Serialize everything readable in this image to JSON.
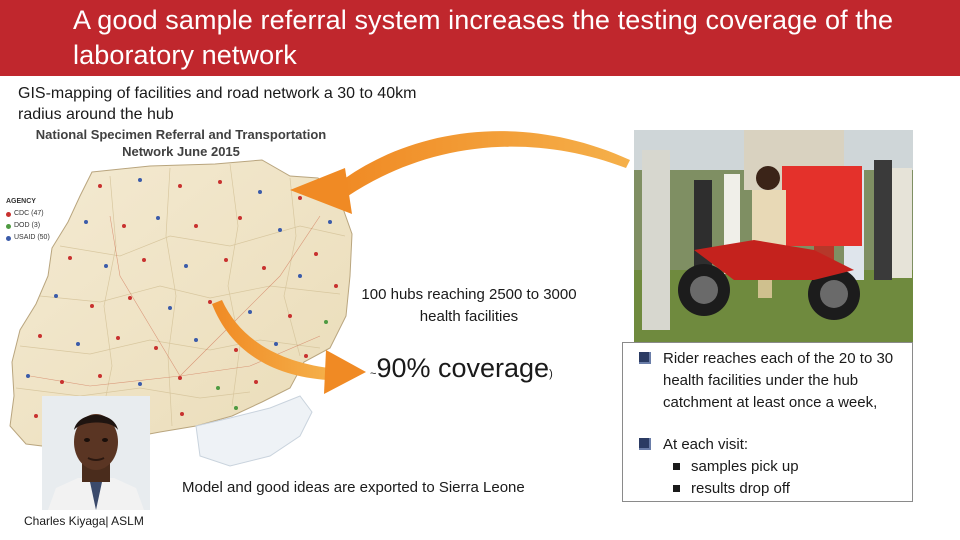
{
  "header": {
    "title": "A good sample referral system increases the testing coverage of the laboratory network",
    "background_color": "#c0272d"
  },
  "gis_description": "GIS-mapping of facilities and road network a 30 to 40km radius around the hub",
  "map": {
    "heading_line1": "National Specimen Referral and Transportation",
    "heading_line2": "Network June 2015",
    "legend": {
      "title": "AGENCY",
      "items": [
        {
          "label": "CDC (47)",
          "color": "#c8312f"
        },
        {
          "label": "DOD (3)",
          "color": "#4e9a41"
        },
        {
          "label": "USAID (50)",
          "color": "#3b5ba9"
        }
      ]
    }
  },
  "hubs_text": "100 hubs reaching 2500 to 3000 health facilities",
  "coverage": {
    "prefix": "~",
    "main": "90% coverage",
    "suffix": ")"
  },
  "exported_text": "Model and good ideas are exported to Sierra Leone",
  "presenter_caption": "Charles Kiyaga| ASLM",
  "arrow_color": "#f07f22",
  "rider_box": {
    "bullet1": "Rider reaches each of the 20 to 30 health facilities under the hub catchment at least once a week,",
    "bullet2": "At each visit:",
    "sub_items": [
      "samples pick up",
      "results drop off"
    ]
  }
}
